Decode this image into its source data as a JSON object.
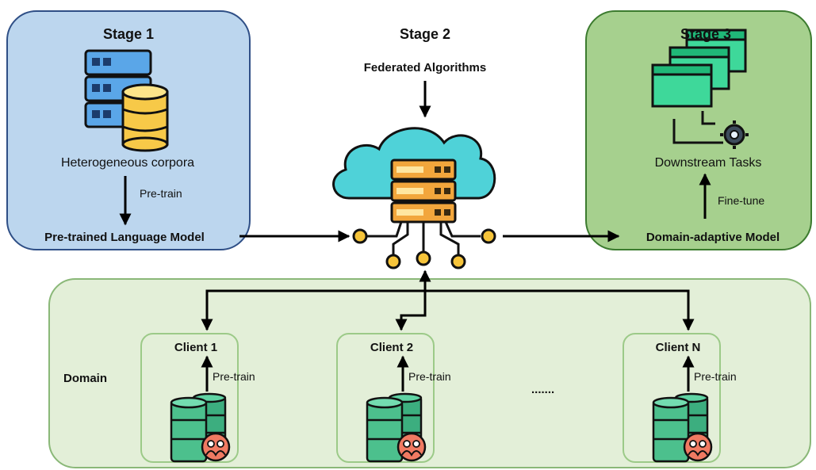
{
  "stage1": {
    "title": "Stage 1",
    "corpus_label": "Heterogeneous corpora",
    "arrow_label": "Pre-train",
    "model_label": "Pre-trained Language Model",
    "fill_color": "#bcd6ee"
  },
  "stage2": {
    "title": "Stage 2",
    "algorithms_label": "Federated Algorithms"
  },
  "stage3": {
    "title": "Stage 3",
    "tasks_label": "Downstream Tasks",
    "arrow_label": "Fine-tune",
    "model_label": "Domain-adaptive Model",
    "fill_color": "#a6d08e"
  },
  "domain": {
    "label": "Domain",
    "ellipsis": ".......",
    "clients": [
      {
        "name": "Client 1",
        "arrow_label": "Pre-train"
      },
      {
        "name": "Client 2",
        "arrow_label": "Pre-train"
      },
      {
        "name": "Client N",
        "arrow_label": "Pre-train"
      }
    ],
    "fill_color": "#e3efd8"
  },
  "icons": {
    "stage1": "server-database-icon",
    "stage2": "cloud-server-network-icon",
    "stage3": "windows-settings-icon",
    "client": "private-database-icon"
  }
}
